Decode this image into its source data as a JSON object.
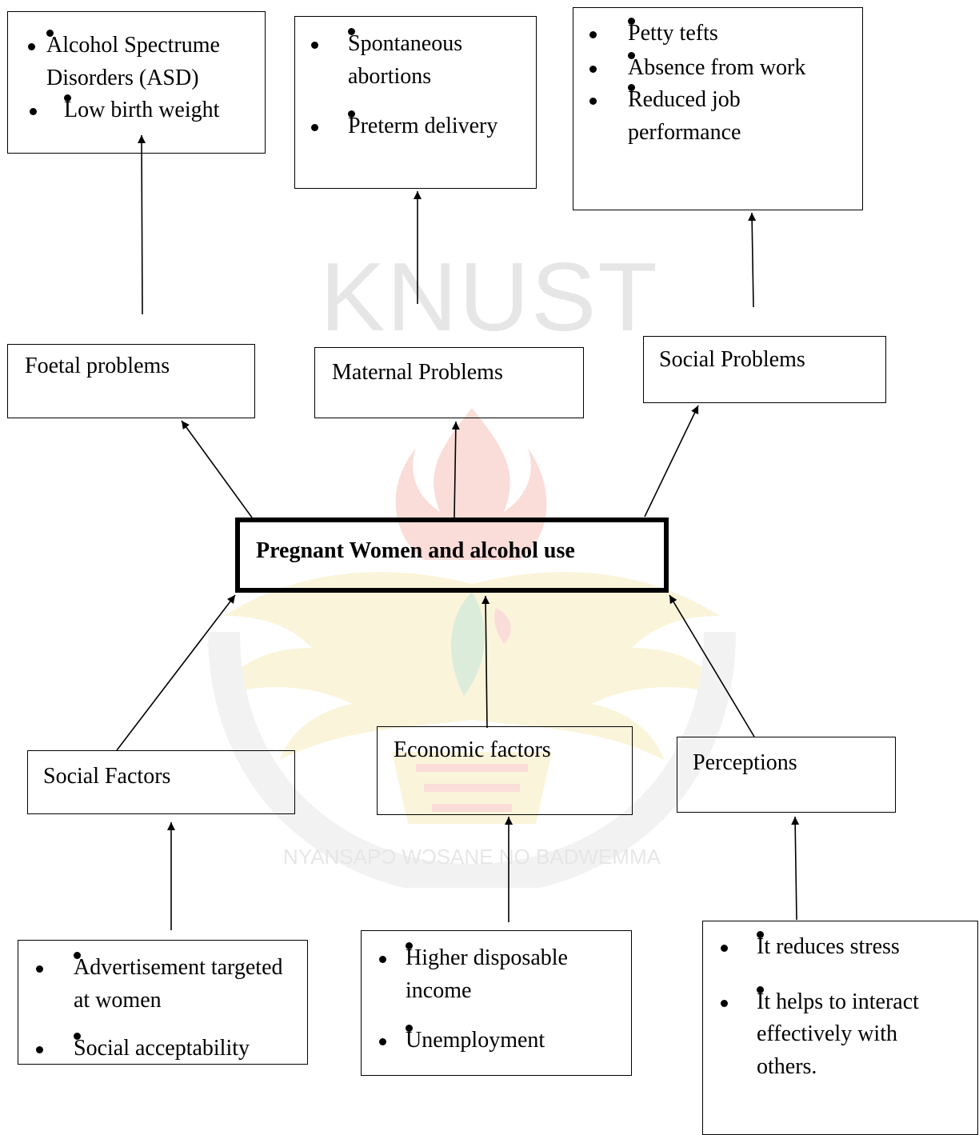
{
  "watermark": {
    "text": "KNUST",
    "motto": "NYANSAPƆ WƆSANE NO BADWEMMA"
  },
  "center": {
    "label": "Pregnant Women and alcohol use"
  },
  "effects": {
    "foetal": {
      "label": "Foetal problems",
      "items": [
        "Alcohol Spectrume Disorders (ASD)",
        "Low birth weight"
      ]
    },
    "maternal": {
      "label": "Maternal Problems",
      "items": [
        "Spontaneous abortions",
        "Preterm delivery"
      ]
    },
    "social": {
      "label": "Social Problems",
      "items": [
        "Petty tefts",
        "Absence from work",
        "Reduced job performance"
      ]
    }
  },
  "causes": {
    "social": {
      "label": "Social Factors",
      "items": [
        "Advertisement targeted at women",
        "Social acceptability"
      ]
    },
    "economic": {
      "label": "Economic factors",
      "items": [
        "Higher disposable income",
        "Unemployment"
      ]
    },
    "perceptions": {
      "label": "Perceptions",
      "items": [
        "It reduces stress",
        "It helps to interact effectively with others."
      ]
    }
  },
  "colors": {
    "line": "#000000",
    "watermark": "#e6e6e6",
    "emblem_red": "#e8482c",
    "emblem_gold": "#e8c43a",
    "emblem_green": "#3f9a3c"
  }
}
